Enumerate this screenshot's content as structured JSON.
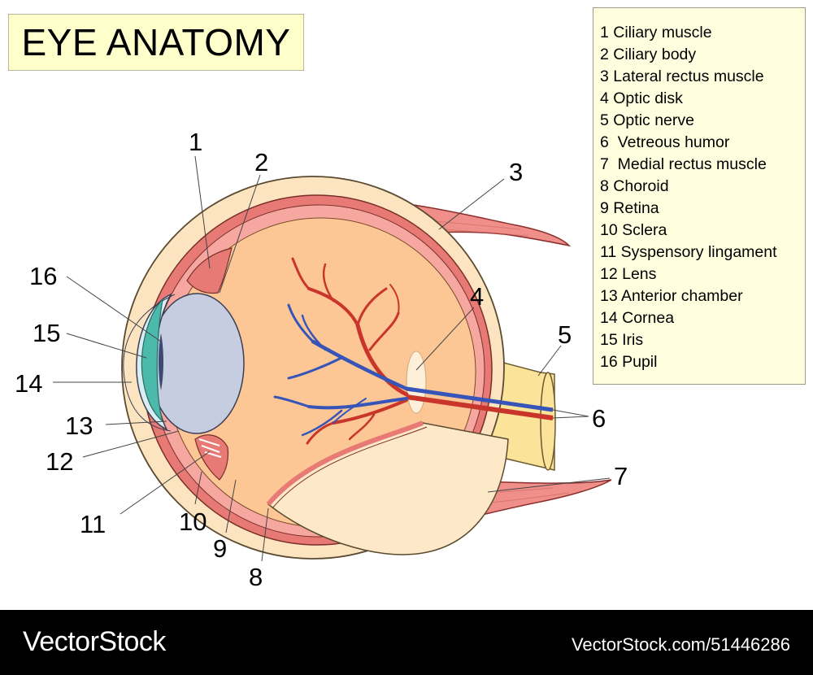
{
  "title": "EYE ANATOMY",
  "legend": [
    "1 Ciliary muscle",
    "2 Ciliary body",
    "3 Lateral rectus muscle",
    "4 Optic disk",
    "5 Optic nerve",
    "6  Vetreous humor",
    "7  Medial rectus muscle",
    "8 Choroid",
    "9 Retina",
    "10 Sclera",
    "11 Syspensory lingament",
    "12 Lens",
    "13 Anterior chamber",
    "14 Cornea",
    "15 Iris",
    "16 Pupil"
  ],
  "callouts": {
    "n1": "1",
    "n2": "2",
    "n3": "3",
    "n4": "4",
    "n5": "5",
    "n6": "6",
    "n7": "7",
    "n8": "8",
    "n9": "9",
    "n10": "10",
    "n11": "11",
    "n12": "12",
    "n13": "13",
    "n14": "14",
    "n15": "15",
    "n16": "16"
  },
  "footer": {
    "brand": "VectorStock",
    "stock_id": "VectorStock.com/51446286"
  },
  "colors": {
    "muscle": "#f08f8a",
    "sclera": "#fde4c0",
    "choroid": "#e77a75",
    "vitreous": "#fcc795",
    "lens": "#c6cde0",
    "cornea": "#d9eef2",
    "iris": "#4cb9ad",
    "artery": "#c9352a",
    "vein": "#3755b8",
    "optic_nerve": "#fbe399"
  }
}
